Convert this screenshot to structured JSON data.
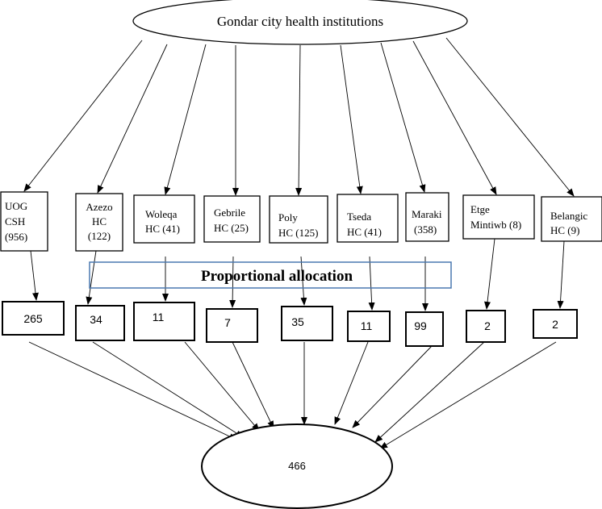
{
  "source": {
    "label": "Gondar city health institutions"
  },
  "institutions": [
    {
      "name_line1": "UOG",
      "name_line2": "CSH",
      "name_line3": "(956)"
    },
    {
      "name_line1": "Azezo",
      "name_line2": "HC",
      "name_line3": "(122)"
    },
    {
      "name_line1": "Woleqa",
      "name_line2": "HC (41)",
      "name_line3": ""
    },
    {
      "name_line1": "Gebrile",
      "name_line2": "HC (25)",
      "name_line3": ""
    },
    {
      "name_line1": "Poly",
      "name_line2": "HC (125)",
      "name_line3": ""
    },
    {
      "name_line1": "Tseda",
      "name_line2": "HC (41)",
      "name_line3": ""
    },
    {
      "name_line1": "Maraki",
      "name_line2": "(358)",
      "name_line3": ""
    },
    {
      "name_line1": "Etge",
      "name_line2": "Mintiwb (8)",
      "name_line3": ""
    },
    {
      "name_line1": "Belangic",
      "name_line2": "HC (9)",
      "name_line3": ""
    }
  ],
  "allocation": {
    "label": "Proportional allocation",
    "border_color": "#4a78b0"
  },
  "samples": [
    "265",
    "34",
    "11",
    "7",
    "35",
    "11",
    "99",
    "2",
    "2"
  ],
  "total": {
    "label": "466"
  }
}
